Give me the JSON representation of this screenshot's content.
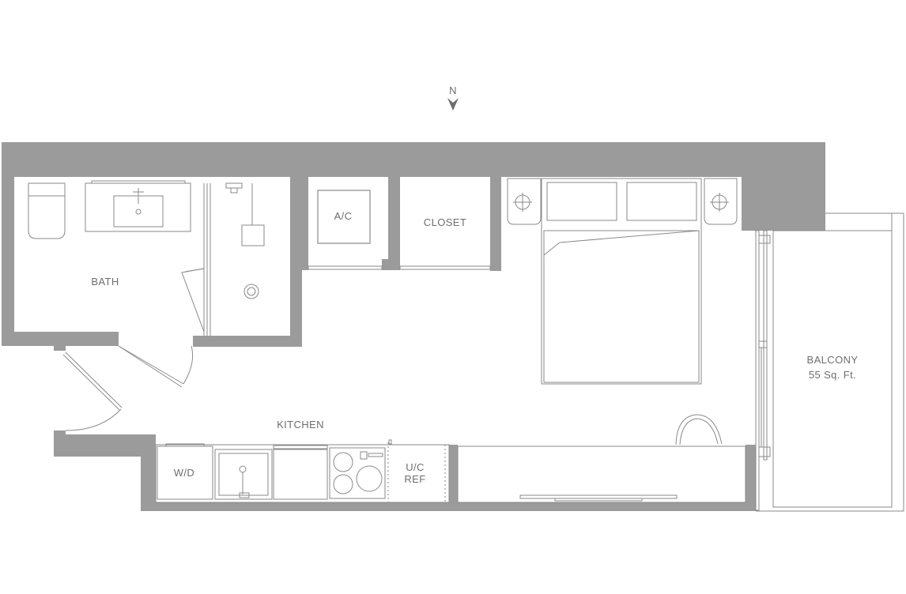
{
  "compass": {
    "label": "N"
  },
  "rooms": {
    "bath": "BATH",
    "ac": "A/C",
    "closet": "CLOSET",
    "kitchen": "KITCHEN",
    "wd": "W/D",
    "ref_line1": "U/C",
    "ref_line2": "REF",
    "balcony": "BALCONY",
    "balcony_area": "55 Sq. Ft."
  },
  "colors": {
    "wall": "#9b9b9b",
    "line": "#8a8a8a",
    "text": "#6e6e6e"
  }
}
